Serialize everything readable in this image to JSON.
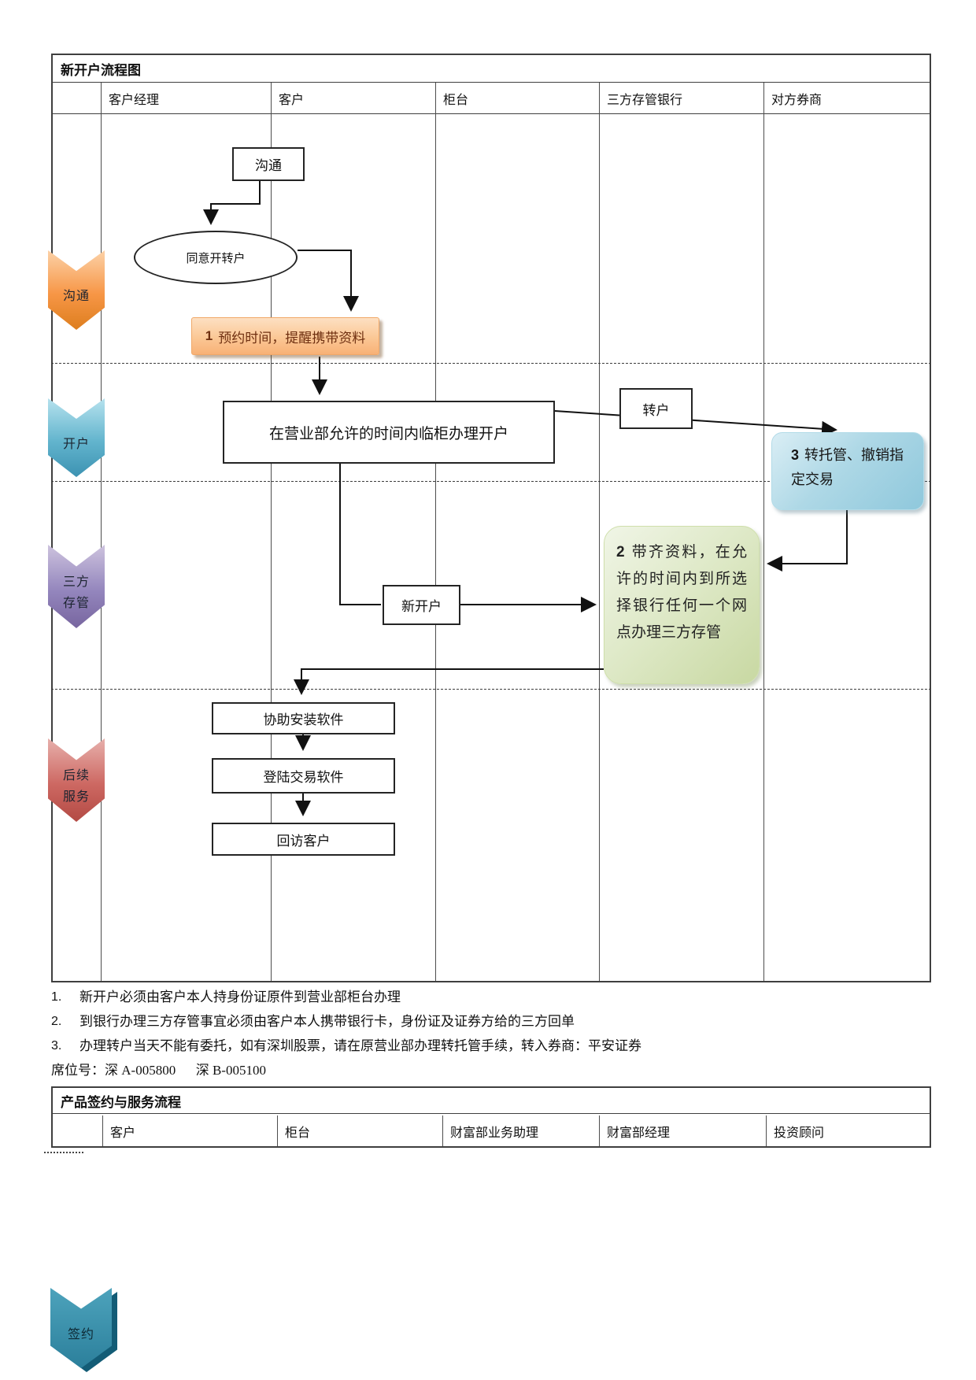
{
  "table1": {
    "title": "新开户流程图",
    "columns": [
      "客户经理",
      "客户",
      "柜台",
      "三方存管银行",
      "对方券商"
    ],
    "phases": [
      {
        "id": "communicate",
        "lines": [
          "沟通"
        ],
        "color": "#f79646"
      },
      {
        "id": "open-account",
        "lines": [
          "开户"
        ],
        "color": "#4bacc6"
      },
      {
        "id": "third-party-depository",
        "lines": [
          "三方",
          "存管"
        ],
        "color": "#8064a2"
      },
      {
        "id": "follow-up-service",
        "lines": [
          "后续",
          "服务"
        ],
        "color": "#c0504d"
      }
    ],
    "nodes": {
      "communicate": {
        "label": "沟通"
      },
      "agree": {
        "label": "同意开转户"
      },
      "appointment": {
        "num": "1",
        "text": "预约时间，提醒携带资料"
      },
      "counter_open": {
        "label": "在营业部允许的时间内临柜办理开户"
      },
      "transfer": {
        "label": "转户"
      },
      "transfer_custody": {
        "num": "3",
        "text": "转托管、撤销指定交易"
      },
      "deposit_bank": {
        "num": "2",
        "text": "带齐资料，在允许的时间内到所选择银行任何一个网点办理三方存管"
      },
      "new_account": {
        "label": "新开户"
      },
      "install_software": {
        "label": "协助安装软件"
      },
      "login_software": {
        "label": "登陆交易软件"
      },
      "revisit": {
        "label": "回访客户"
      }
    }
  },
  "notes": [
    {
      "num": "1.",
      "text": "新开户必须由客户本人持身份证原件到营业部柜台办理"
    },
    {
      "num": "2.",
      "text": "到银行办理三方存管事宜必须由客户本人携带银行卡，身份证及证券方给的三方回单"
    },
    {
      "num": "3.",
      "text": "办理转户当天不能有委托，如有深圳股票，请在原营业部办理转托管手续，转入券商：平安证券"
    }
  ],
  "seat_line": "席位号：深 A-005800      深 B-005100",
  "table2": {
    "title": "产品签约与服务流程",
    "columns": [
      "客户",
      "柜台",
      "财富部业务助理",
      "财富部经理",
      "投资顾问"
    ]
  },
  "sign_phase": {
    "lines": [
      "签约"
    ],
    "color": "#2d8caa"
  },
  "colors": {
    "grid": "#4d4d4d",
    "box_border": "#242424",
    "orange_box": "#fbc795",
    "blue_box": "#8fc8dc",
    "green_box": "#d7e4bd",
    "phase_orange": "#f79646",
    "phase_cyan": "#4bacc6",
    "phase_purple": "#8064a2",
    "phase_red": "#c0504d",
    "phase_teal": "#2d8caa"
  }
}
